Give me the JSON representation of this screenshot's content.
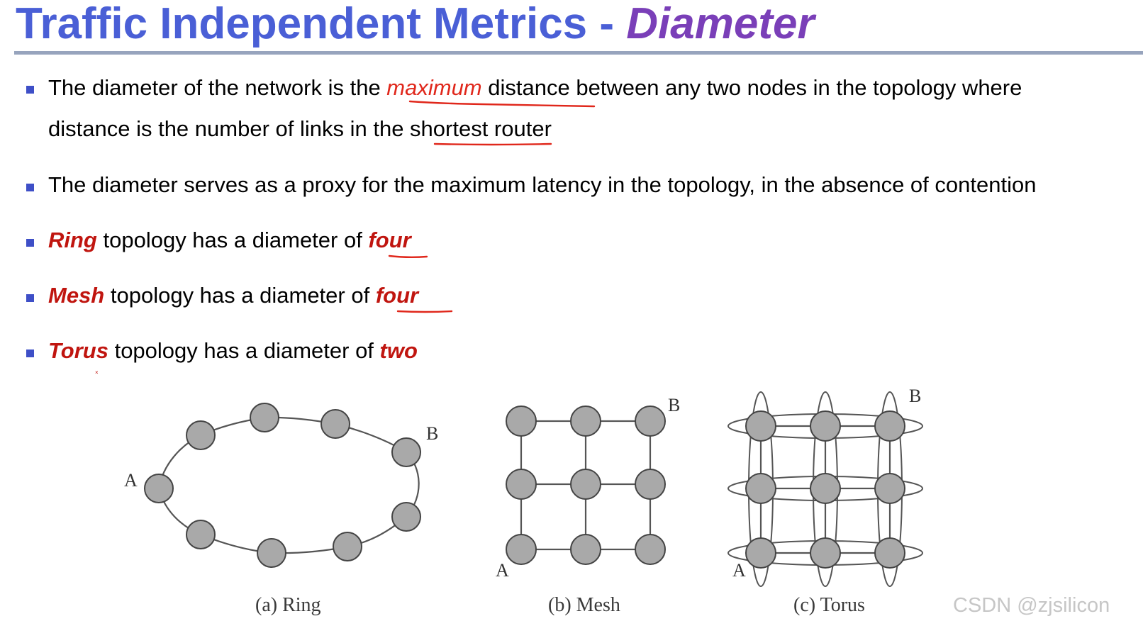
{
  "slide": {
    "title_main": "Traffic Independent Metrics",
    "title_sep": " - ",
    "title_em": "Diameter"
  },
  "bullets": {
    "b1_line1_pre": "The diameter of the network is the ",
    "b1_line1_em": "maximum",
    "b1_line1_post": " distance between any two nodes in the topology where",
    "b1_line2": "distance is the number of links in the shortest router",
    "b2": "The diameter serves as a proxy for the maximum latency in the topology, in the absence of contention",
    "b3_term": "Ring",
    "b3_mid": " topology has a diameter of ",
    "b3_value": "four",
    "b4_term": "Mesh",
    "b4_mid": " topology has a diameter of ",
    "b4_value": "four",
    "b5_term": "Torus",
    "b5_mid": " topology has a diameter of ",
    "b5_value": "two"
  },
  "figures": {
    "ring": {
      "caption": "(a) Ring",
      "label_a": "A",
      "label_b": "B"
    },
    "mesh": {
      "caption": "(b) Mesh",
      "label_a": "A",
      "label_b": "B"
    },
    "torus": {
      "caption": "(c) Torus",
      "label_a": "A",
      "label_b": "B"
    }
  },
  "watermark": "CSDN @zjsilicon",
  "colors": {
    "title_blue": "#4a5fd6",
    "title_purple": "#7a3fb8",
    "emphasis_red": "#c0150f",
    "annotation_red": "#e0271b",
    "bullet_blue": "#3e4fc7",
    "node_fill": "#a9a9a9",
    "rule_gray": "#97a4bd"
  }
}
